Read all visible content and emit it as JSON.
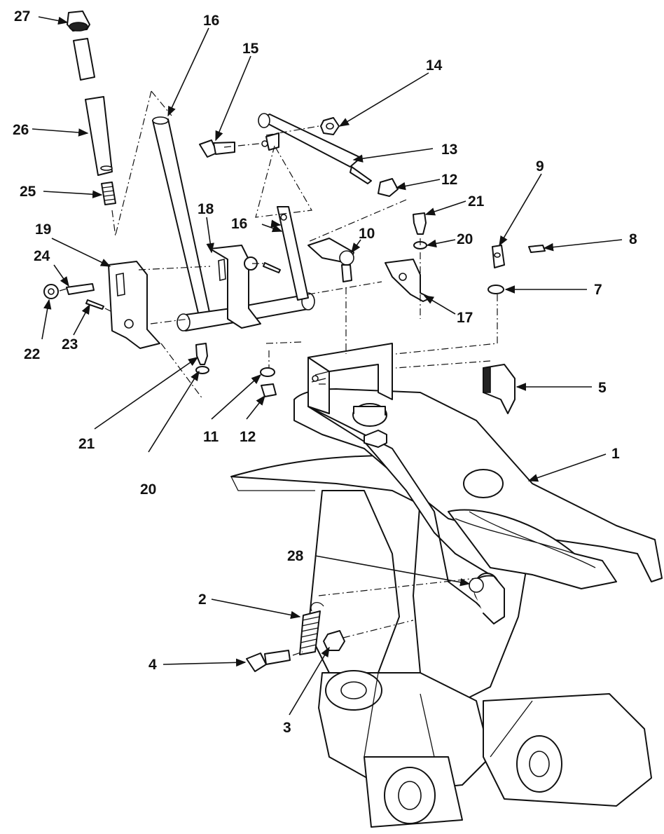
{
  "callouts": [
    {
      "id": "1",
      "label": "1"
    },
    {
      "id": "2",
      "label": "2"
    },
    {
      "id": "3",
      "label": "3"
    },
    {
      "id": "4",
      "label": "4"
    },
    {
      "id": "5",
      "label": "5"
    },
    {
      "id": "7",
      "label": "7"
    },
    {
      "id": "8",
      "label": "8"
    },
    {
      "id": "9",
      "label": "9"
    },
    {
      "id": "10",
      "label": "10"
    },
    {
      "id": "11",
      "label": "11"
    },
    {
      "id": "12a",
      "label": "12"
    },
    {
      "id": "12b",
      "label": "12"
    },
    {
      "id": "13",
      "label": "13"
    },
    {
      "id": "14",
      "label": "14"
    },
    {
      "id": "15",
      "label": "15"
    },
    {
      "id": "16a",
      "label": "16"
    },
    {
      "id": "16b",
      "label": "16"
    },
    {
      "id": "17",
      "label": "17"
    },
    {
      "id": "18",
      "label": "18"
    },
    {
      "id": "19",
      "label": "19"
    },
    {
      "id": "20a",
      "label": "20"
    },
    {
      "id": "20b",
      "label": "20"
    },
    {
      "id": "21a",
      "label": "21"
    },
    {
      "id": "21b",
      "label": "21"
    },
    {
      "id": "22",
      "label": "22"
    },
    {
      "id": "23",
      "label": "23"
    },
    {
      "id": "24",
      "label": "24"
    },
    {
      "id": "25",
      "label": "25"
    },
    {
      "id": "26",
      "label": "26"
    },
    {
      "id": "27",
      "label": "27"
    },
    {
      "id": "28",
      "label": "28"
    }
  ]
}
